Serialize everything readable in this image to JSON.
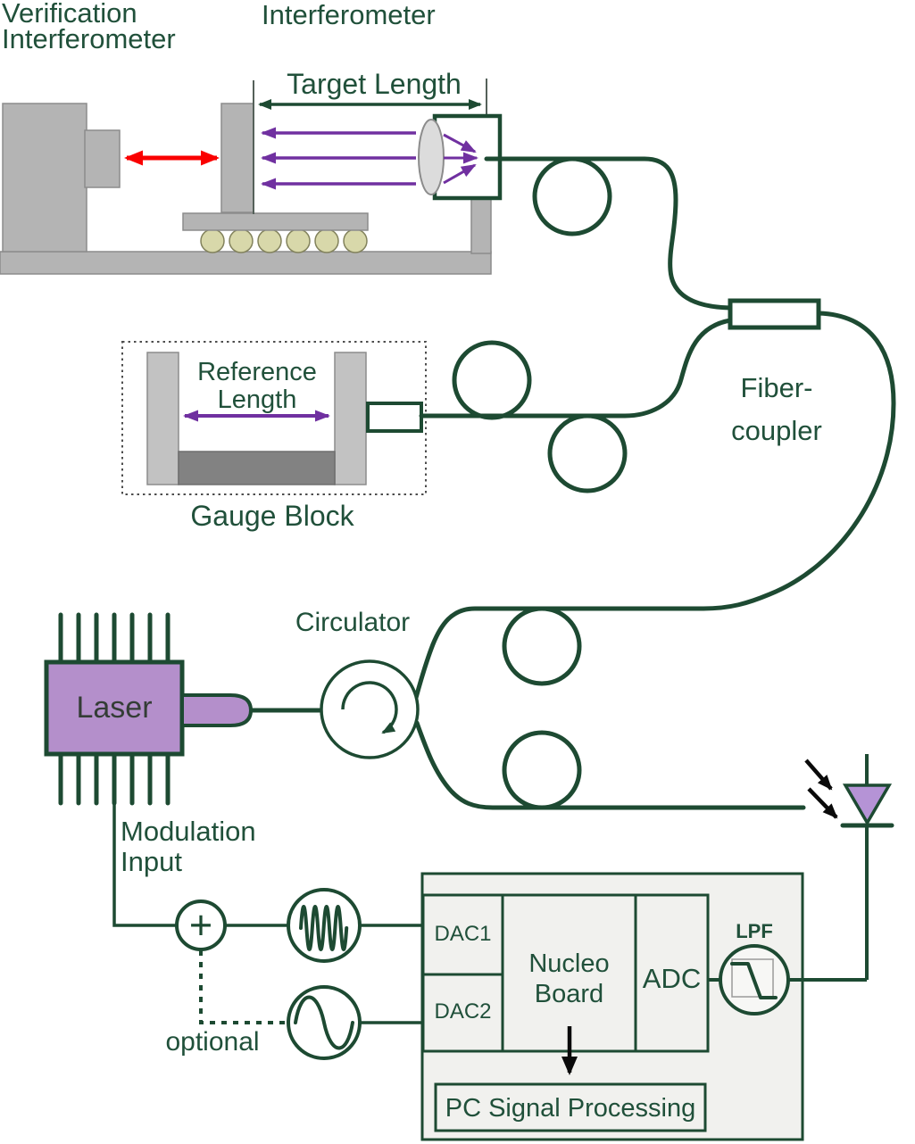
{
  "palette": {
    "stroke": "#1d4a32",
    "ink": "#20503a",
    "guide": "#55615a",
    "dotted": "#4d4d4d",
    "purple": "#7030a0",
    "red": "#fa0000",
    "black": "#0a0a0a",
    "laser-fill": "#b48fcb",
    "laser-ink": "#343d36",
    "pd-fill": "#b593d6",
    "gray-fill": "#b4b4b4",
    "gray-border": "#8c8c8c",
    "bar-light": "#c2c2c2",
    "bar-dark": "#828282",
    "roller-fill": "#d8d8aa",
    "roller-border": "#82825c",
    "board-fill": "#f1f1ee",
    "lens-fill": "#dcdcdc"
  },
  "labels": {
    "verification": "Verification\nInterferometer",
    "interferometer": "Interferometer",
    "target_length": "Target Length",
    "reference_length": "Reference\nLength",
    "gauge_block": "Gauge Block",
    "fiber_coupler": "Fiber-\ncoupler",
    "circulator": "Circulator",
    "laser": "Laser",
    "modulation_input": "Modulation\nInput",
    "sum_symbol": "+",
    "optional": "optional",
    "dac1": "DAC1",
    "dac2": "DAC2",
    "nucleo_board": "Nucleo\nBoard",
    "adc": "ADC",
    "lpf": "LPF",
    "pc_signal_processing": "PC Signal Processing"
  }
}
